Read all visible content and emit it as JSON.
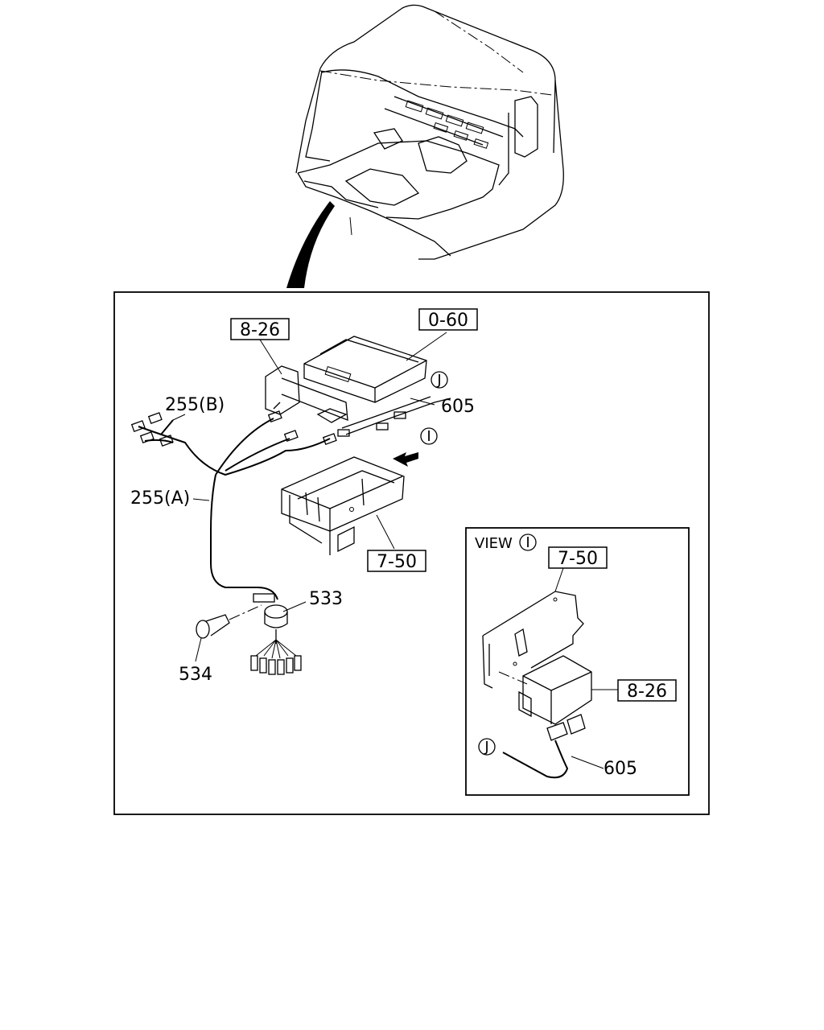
{
  "callouts": {
    "ref_8_26_main": "8-26",
    "ref_0_60": "0-60",
    "ref_7_50_main": "7-50",
    "ref_7_50_view": "7-50",
    "ref_8_26_view": "8-26",
    "part_255b": "255(B)",
    "part_255a": "255(A)",
    "part_605_main": "605",
    "part_605_view": "605",
    "part_533": "533",
    "part_534": "534",
    "marker_j_main": "J",
    "marker_i_main": "I",
    "marker_j_view": "J",
    "view_label": "VIEW",
    "view_marker": "I"
  }
}
